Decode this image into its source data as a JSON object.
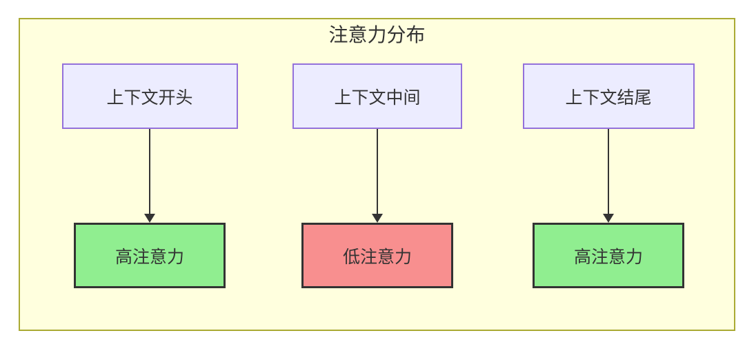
{
  "title": "注意力分布",
  "colors": {
    "canvas_bg": "#ffffff",
    "frame_fill": "#ffffde",
    "frame_stroke": "#aaaa33",
    "context_node_fill": "#ececff",
    "context_node_stroke": "#9370db",
    "high_attention_fill": "#90ee90",
    "low_attention_fill": "#f88f8f",
    "attention_node_stroke": "#333333",
    "arrow_color": "#333333",
    "text_color": "#333333"
  },
  "columns": [
    {
      "source": "上下文开头",
      "target": "高注意力",
      "attention": "high"
    },
    {
      "source": "上下文中间",
      "target": "低注意力",
      "attention": "low"
    },
    {
      "source": "上下文结尾",
      "target": "高注意力",
      "attention": "high"
    }
  ]
}
